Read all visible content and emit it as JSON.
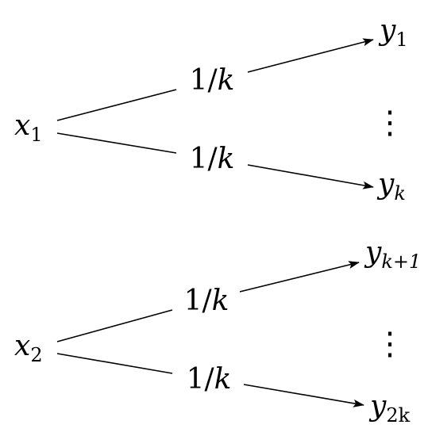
{
  "nodes": {
    "x1": {
      "base": "x",
      "sub": "1"
    },
    "x2": {
      "base": "x",
      "sub": "2"
    },
    "y1": {
      "base": "y",
      "sub": "1"
    },
    "yk": {
      "base": "y",
      "sub": "k"
    },
    "yk1": {
      "base": "y",
      "sub": "k+1"
    },
    "y2k": {
      "base": "y",
      "sub": "2k"
    }
  },
  "edge_labels": {
    "x1_y1": {
      "num": "1/",
      "var": "k"
    },
    "x1_yk": {
      "num": "1/",
      "var": "k"
    },
    "x2_yk1": {
      "num": "1/",
      "var": "k"
    },
    "x2_y2k": {
      "num": "1/",
      "var": "k"
    }
  },
  "ellipsis": "⋮"
}
